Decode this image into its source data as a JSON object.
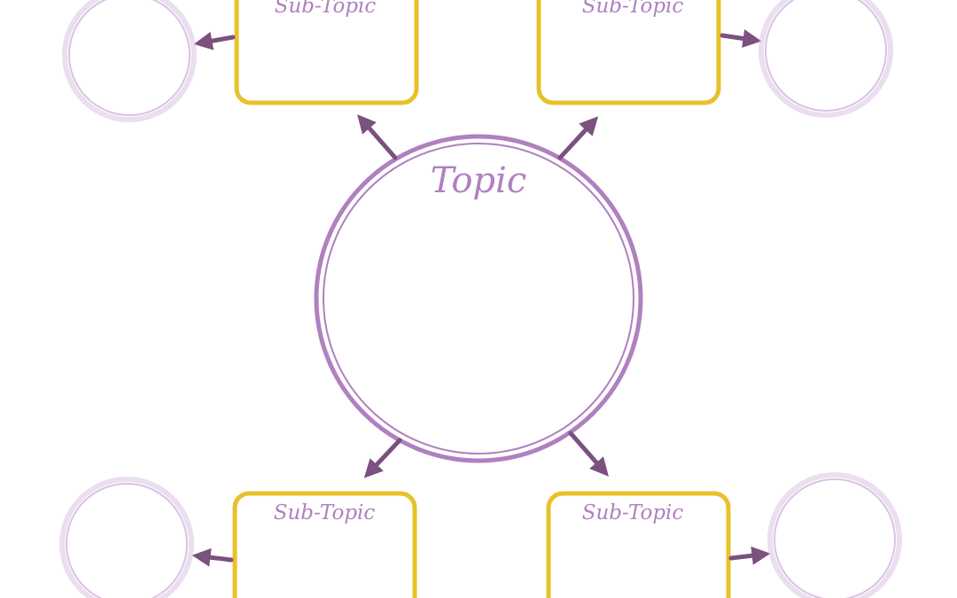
{
  "colors": {
    "purple": "#b080c0",
    "dark_purple": "#7b517f",
    "light_purple": "#d9c2e2",
    "gold": "#e8c12a",
    "background": "#ffffff"
  },
  "topic": {
    "label": "Topic"
  },
  "subtopics": [
    {
      "label": "Sub-Topic"
    },
    {
      "label": "Sub-Topic"
    },
    {
      "label": "Sub-Topic"
    },
    {
      "label": "Sub-Topic"
    }
  ]
}
